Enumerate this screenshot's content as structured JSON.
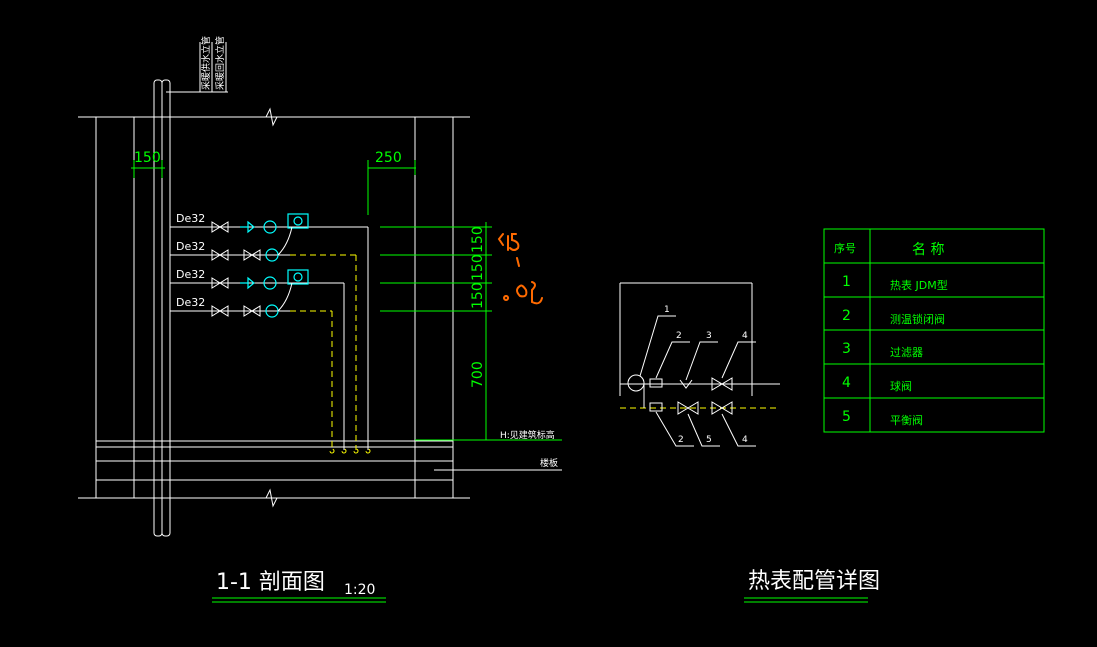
{
  "section": {
    "title": "1-1 剖面图",
    "scale": "1:20",
    "pipe_label_1": "采暖供水立管",
    "pipe_label_2": "采暖回水立管",
    "dims": {
      "left": "150",
      "top": "250",
      "v1": "150",
      "v2": "150",
      "v3": "150",
      "v4": "700"
    },
    "pipe_sizes": [
      "De32",
      "De32",
      "De32",
      "De32"
    ],
    "level_note": "H:见建筑标高",
    "floor_note": "楼板",
    "handwritten": [
      "115",
      "0.85"
    ]
  },
  "detail": {
    "title": "热表配管详图",
    "upper_callouts": [
      "1",
      "2",
      "3",
      "4"
    ],
    "lower_callouts": [
      "2",
      "5",
      "4"
    ]
  },
  "legend": {
    "headers": [
      "序号",
      "名 称"
    ],
    "rows": [
      {
        "no": "1",
        "name": "热表 JDM型"
      },
      {
        "no": "2",
        "name": "测温锁闭阀"
      },
      {
        "no": "3",
        "name": "过滤器"
      },
      {
        "no": "4",
        "name": "球阀"
      },
      {
        "no": "5",
        "name": "平衡阀"
      }
    ]
  }
}
